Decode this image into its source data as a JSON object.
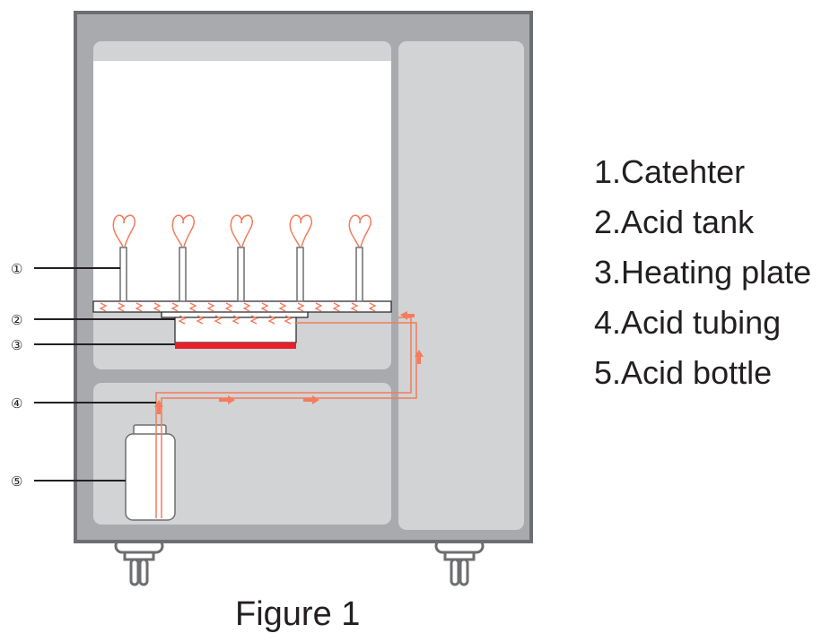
{
  "callouts": [
    "①",
    "②",
    "③",
    "④",
    "⑤"
  ],
  "legend": [
    "1.Catehter",
    "2.Acid tank",
    "3.Heating plate",
    "4.Acid tubing",
    "5.Acid bottle"
  ],
  "caption": "Figure 1",
  "colors": {
    "cabinet_frame": "#a8aaad",
    "cabinet_border": "#6d6e71",
    "panel": "#d1d3d4",
    "chamber_interior": "#ffffff",
    "acid_accent": "#f47b5c",
    "heating_plate": "#e8202a",
    "text": "#231f20"
  }
}
